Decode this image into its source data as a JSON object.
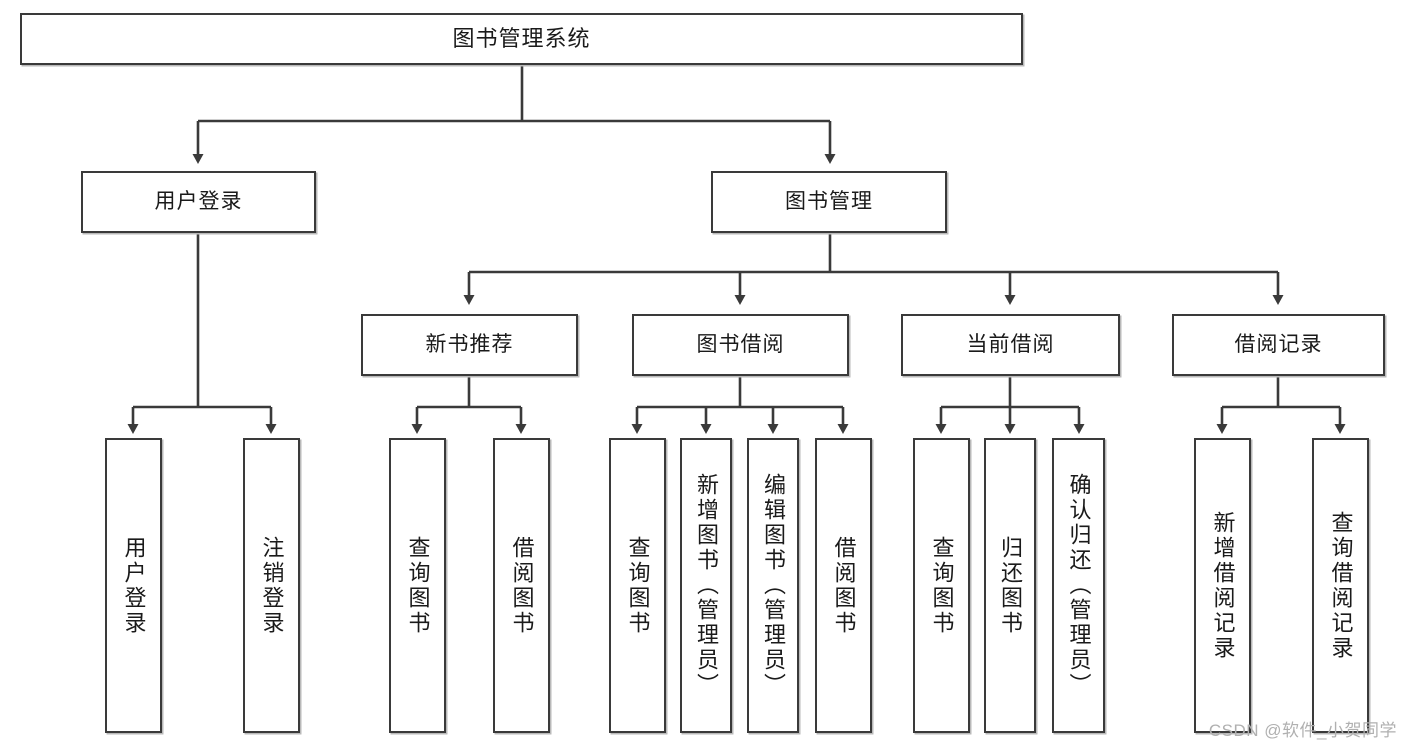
{
  "diagram": {
    "title": "图书管理系统",
    "type": "tree-hierarchy",
    "watermark": "CSDN @软件_小贺同学",
    "colors": {
      "box_border": "#3a3a3a",
      "box_fill": "#ffffff",
      "edge": "#3a3a3a",
      "text": "#1a1a1a",
      "watermark": "#b0b0b0"
    },
    "nodes": {
      "root": {
        "label": "图书管理系统"
      },
      "level2": [
        {
          "label": "用户登录"
        },
        {
          "label": "图书管理"
        }
      ],
      "level3": [
        {
          "label": "新书推荐"
        },
        {
          "label": "图书借阅"
        },
        {
          "label": "当前借阅"
        },
        {
          "label": "借阅记录"
        }
      ],
      "leaves": {
        "user_login": [
          {
            "label": "用户登录"
          },
          {
            "label": "注销登录"
          }
        ],
        "new_book_recommend": [
          {
            "label": "查询图书"
          },
          {
            "label": "借阅图书"
          }
        ],
        "book_borrow": [
          {
            "label": "查询图书"
          },
          {
            "label": "新增图书（管理员）"
          },
          {
            "label": "编辑图书（管理员）"
          },
          {
            "label": "借阅图书"
          }
        ],
        "current_borrow": [
          {
            "label": "查询图书"
          },
          {
            "label": "归还图书"
          },
          {
            "label": "确认归还（管理员）"
          }
        ],
        "borrow_record": [
          {
            "label": "新增借阅记录"
          },
          {
            "label": "查询借阅记录"
          }
        ]
      }
    }
  }
}
